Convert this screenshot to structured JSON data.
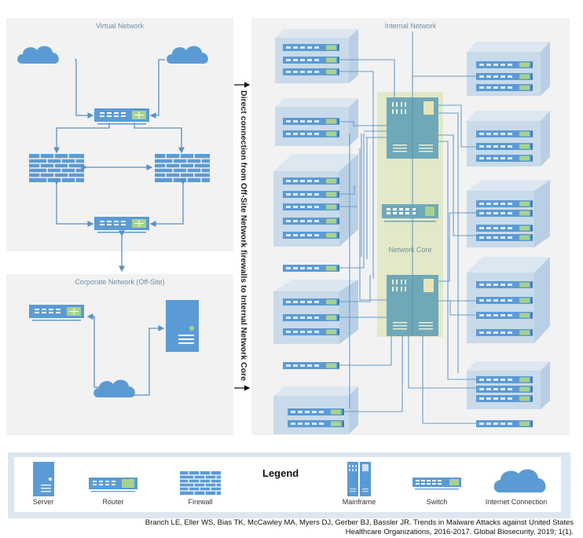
{
  "panels": {
    "virtual_network": {
      "title": "Virtual Network"
    },
    "corporate_network": {
      "title": "Corporate Network (Off-Site)"
    },
    "internal_network": {
      "title": "Internal Network"
    },
    "network_core": {
      "title": "Network Core"
    }
  },
  "connection_label": "Direct connection from Off-Site Network firewalls to Internal Network Core",
  "legend": {
    "title": "Legend",
    "items": [
      {
        "icon": "server-icon",
        "label": "Server"
      },
      {
        "icon": "router-icon",
        "label": "Router"
      },
      {
        "icon": "firewall-icon",
        "label": "Firewall"
      },
      {
        "icon": "mainframe-icon",
        "label": "Mainframe"
      },
      {
        "icon": "switch-icon",
        "label": "Switch"
      },
      {
        "icon": "cloud-icon",
        "label": "Internet Connection"
      }
    ]
  },
  "citation": {
    "line1": "Branch LE, Eller WS, Bias TK, McCawley MA, Myers DJ, Gerber BJ, Bassler JR. Trends in Malware Attacks against United States",
    "line2": "Healthcare Organizations, 2016-2017. Global Biosecurity, 2019; 1(1)."
  },
  "colors": {
    "device_blue": "#5b9bd5",
    "accent_green": "#a9d18e",
    "mainframe_teal": "#6fa8b8",
    "core_bg": "#e2e8c8",
    "panel_bg": "#f2f2f2",
    "rack_face": "#c9daea",
    "line_blue": "#5b8fc0"
  }
}
